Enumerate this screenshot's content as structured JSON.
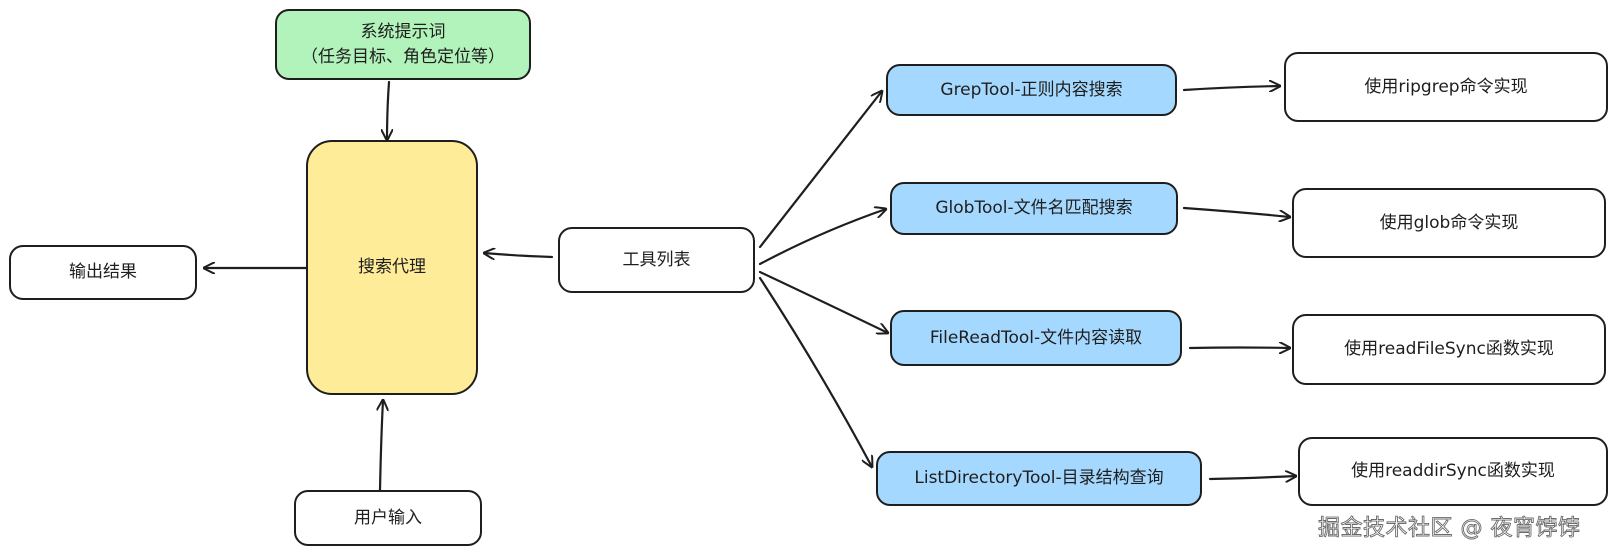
{
  "nodes": {
    "system_prompt": {
      "line1": "系统提示词",
      "line2": "（任务目标、角色定位等）"
    },
    "search_agent": {
      "label": "搜索代理"
    },
    "output_result": {
      "label": "输出结果"
    },
    "user_input": {
      "label": "用户输入"
    },
    "tool_list": {
      "label": "工具列表"
    },
    "tools": [
      {
        "name": "GrepTool-正则内容搜索",
        "impl": "使用ripgrep命令实现"
      },
      {
        "name": "GlobTool-文件名匹配搜索",
        "impl": "使用glob命令实现"
      },
      {
        "name": "FileReadTool-文件内容读取",
        "impl": "使用readFileSync函数实现"
      },
      {
        "name": "ListDirectoryTool-目录结构查询",
        "impl": "使用readdirSync函数实现"
      }
    ]
  },
  "colors": {
    "stroke": "#1e1e1e",
    "green_fill": "#b2f2bb",
    "yellow_fill": "#ffec99",
    "blue_fill": "#a5d8ff",
    "white_fill": "#ffffff"
  },
  "watermark": "掘金技术社区 @ 夜宵饽饽"
}
